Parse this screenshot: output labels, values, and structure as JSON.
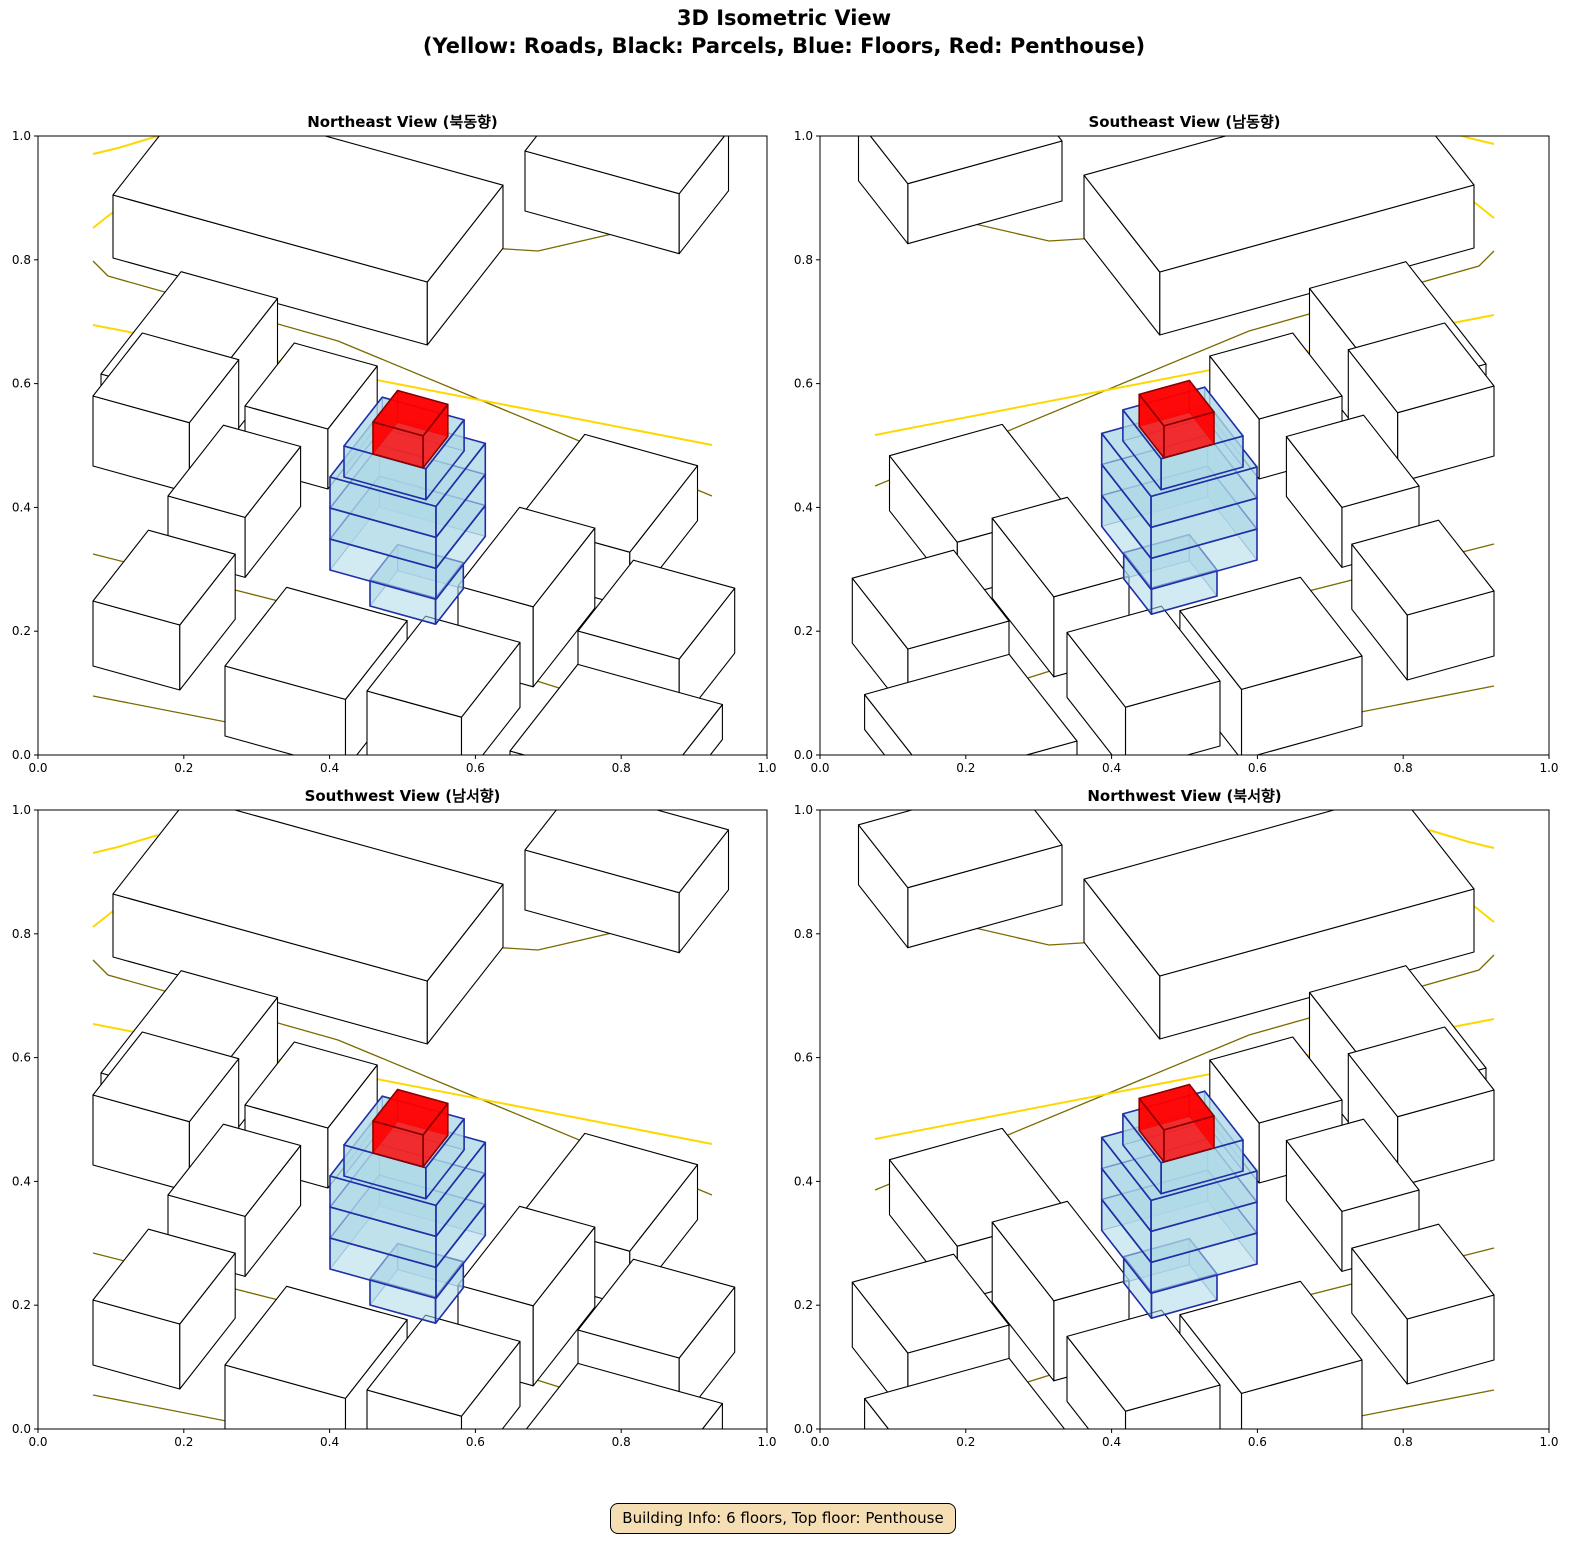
{
  "figure": {
    "title_line1": "3D Isometric View",
    "title_line2": "(Yellow: Roads, Black: Parcels, Blue: Floors, Red: Penthouse)"
  },
  "panels": [
    {
      "title": "Northeast View (북동향)"
    },
    {
      "title": "Southeast View (남동향)"
    },
    {
      "title": "Southwest View (남서향)"
    },
    {
      "title": "Northwest View (북서향)"
    }
  ],
  "axes": {
    "x_ticks": [
      "0.0",
      "0.2",
      "0.4",
      "0.6",
      "0.8",
      "1.0"
    ],
    "y_ticks": [
      "0.0",
      "0.2",
      "0.4",
      "0.6",
      "0.8",
      "1.0"
    ],
    "xlim": [
      0,
      1
    ],
    "ylim": [
      0,
      1
    ]
  },
  "colors": {
    "road": "#ffd700",
    "parcel_edge": "#000000",
    "floor_fill": "#add8e6",
    "floor_edge": "#1f2fa8",
    "penthouse": "#ff0000"
  },
  "building": {
    "floors": 6,
    "top_floor": "Penthouse"
  },
  "info_box": "Building Info: 6 floors, Top floor: Penthouse"
}
